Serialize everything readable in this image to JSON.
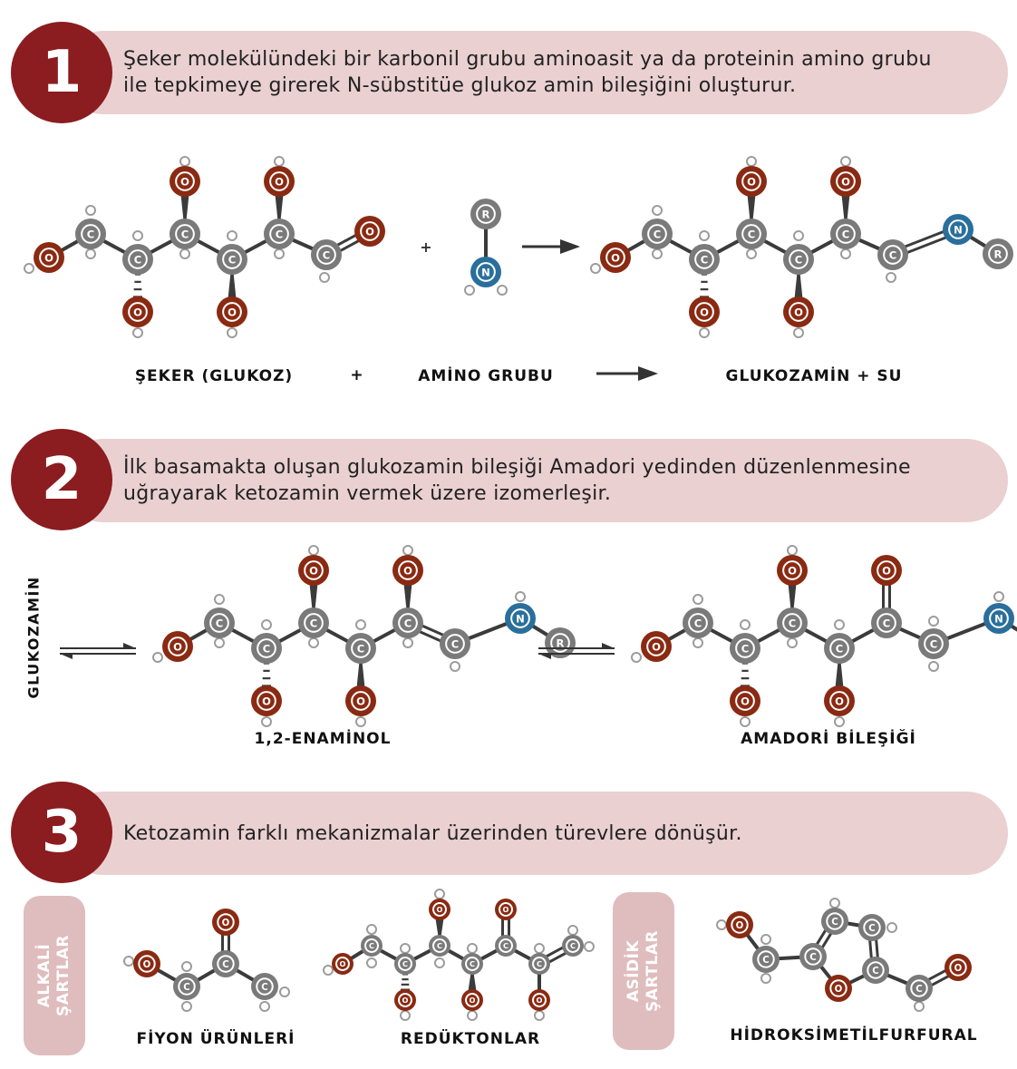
{
  "steps": [
    {
      "number": "1",
      "line1": "Şeker molekülündeki bir karbonil grubu aminoasit ya da proteinin amino grubu",
      "line2": "ile tepkimeye girerek N-sübstitüe glukoz amin bileşiğini oluşturur."
    },
    {
      "number": "2",
      "line1": "İlk basamakta oluşan glukozamin bileşiği Amadori yedinden düzenlenmesine",
      "line2": "uğrayarak ketozamin vermek üzere izomerleşir."
    },
    {
      "number": "3",
      "line1": "Ketozamin farklı mekanizmalar üzerinden türevlere dönüşür.",
      "line2": ""
    }
  ],
  "labels": {
    "sugar": "ŞEKER (GLUKOZ)",
    "plus": "+",
    "amino": "AMİNO GRUBU",
    "product": "GLUKOZAMİN + SU",
    "glucosamine": "GLUKOZAMİN",
    "enaminol": "1,2-ENAMİNOL",
    "amadori": "AMADORİ BİLEŞİĞİ",
    "alkali": "ALKALİ\nŞARTLAR",
    "acidic": "ASİDİK\nŞARTLAR",
    "fission": "FİYON ÜRÜNLERİ",
    "reductones": "REDÜKTONLAR",
    "hmf": "HİDROKSİMETİLFURFURAL"
  },
  "atoms": {
    "carbon": "C",
    "oxygen": "O",
    "nitrogen": "N",
    "r_group": "R"
  },
  "colors": {
    "accent": "#8b1c20",
    "banner": "#ead0d1",
    "pill": "#dfbcbd",
    "carbon": "#7a7a7a",
    "oxygen": "#8a2a12",
    "nitrogen": "#2a6f9c",
    "bond": "#3b3b3b"
  }
}
